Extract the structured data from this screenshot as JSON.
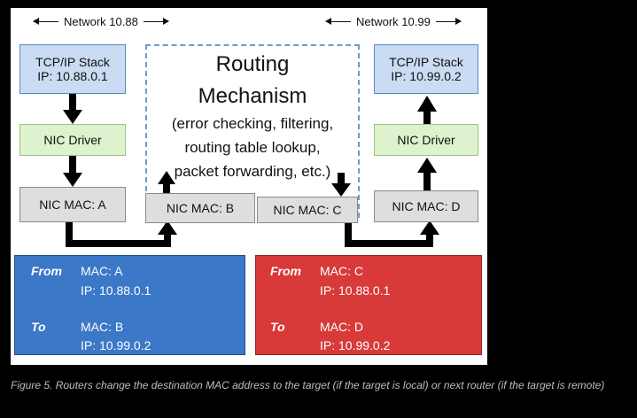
{
  "networks": {
    "left": "Network 10.88",
    "right": "Network 10.99"
  },
  "left_stack": {
    "line1": "TCP/IP Stack",
    "line2": "IP: 10.88.0.1"
  },
  "right_stack": {
    "line1": "TCP/IP Stack",
    "line2": "IP: 10.99.0.2"
  },
  "left_driver": "NIC Driver",
  "right_driver": "NIC Driver",
  "routing": {
    "title_line1": "Routing",
    "title_line2": "Mechanism",
    "desc": [
      "(error checking, filtering,",
      "routing table lookup,",
      "packet forwarding, etc.)"
    ]
  },
  "nics": [
    "NIC MAC: A",
    "NIC MAC: B",
    "NIC MAC: C",
    "NIC MAC: D"
  ],
  "frame_left": {
    "from_label": "From",
    "from_mac": "MAC: A",
    "from_ip": "IP: 10.88.0.1",
    "to_label": "To",
    "to_mac": "MAC: B",
    "to_ip": "IP: 10.99.0.2"
  },
  "frame_right": {
    "from_label": "From",
    "from_mac": "MAC: C",
    "from_ip": "IP: 10.88.0.1",
    "to_label": "To",
    "to_mac": "MAC: D",
    "to_ip": "IP: 10.99.0.2"
  },
  "caption": "Figure 5. Routers change the destination MAC address to the target (if the target is local) or next router (if the target is remote)",
  "colors": {
    "frame_left": "#3c78c8",
    "frame_right": "#d83a3a",
    "stack": "#c9dcf3",
    "driver": "#ddf2cd",
    "nic": "#dedede"
  }
}
